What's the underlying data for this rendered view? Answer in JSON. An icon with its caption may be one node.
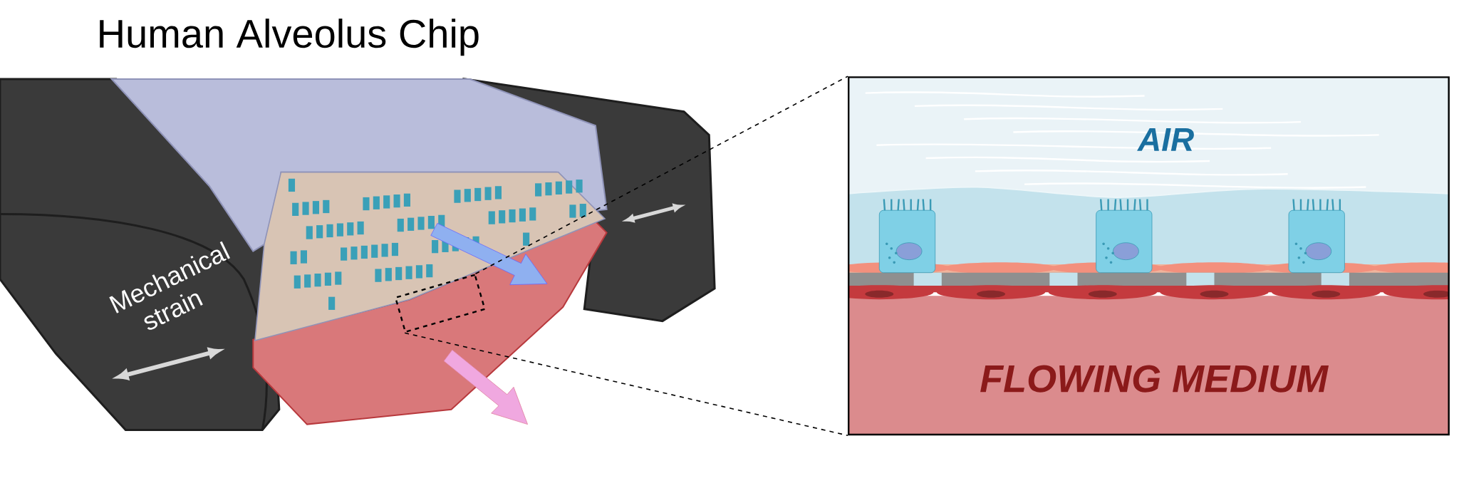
{
  "diagram": {
    "title": "Human Alveolus Chip",
    "nodes": [
      {
        "text": [],
        "shape": "box"
      },
      {
        "text": [
          "AIR",
          "FLOWING MEDIUM"
        ]
      }
    ],
    "edges": [
      {
        "from": 0,
        "to": 1,
        "arrow": "none",
        "style": "dashed"
      },
      {
        "from": 0,
        "to": 1,
        "arrow": "none",
        "style": "dashed"
      }
    ],
    "labels": [
      "Mechanical strain"
    ]
  }
}
